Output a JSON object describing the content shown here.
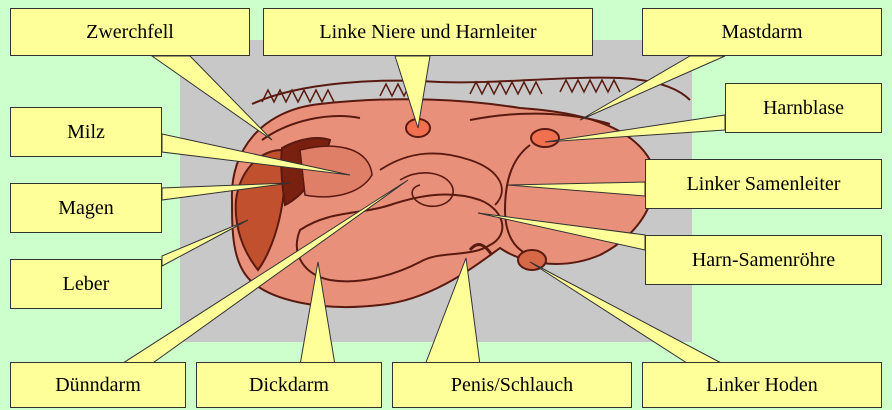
{
  "labels": {
    "zwerchfell": "Zwerchfell",
    "niere": "Linke Niere und Harnleiter",
    "mastdarm": "Mastdarm",
    "milz": "Milz",
    "harnblase": "Harnblase",
    "magen": "Magen",
    "samenleiter": "Linker Samenleiter",
    "leber": "Leber",
    "harnsamenroehre": "Harn-Samenröhre",
    "duenndarm": "Dünndarm",
    "dickdarm": "Dickdarm",
    "penis": "Penis/Schlauch",
    "hoden": "Linker Hoden"
  },
  "colors": {
    "background": "#ccffcc",
    "label_fill": "#ffff99",
    "pointer_fill": "#ffff99",
    "panel": "#c8c8c8",
    "organ": "#e8907a",
    "organ_dark": "#b8402a",
    "outline": "#5a1a10"
  }
}
